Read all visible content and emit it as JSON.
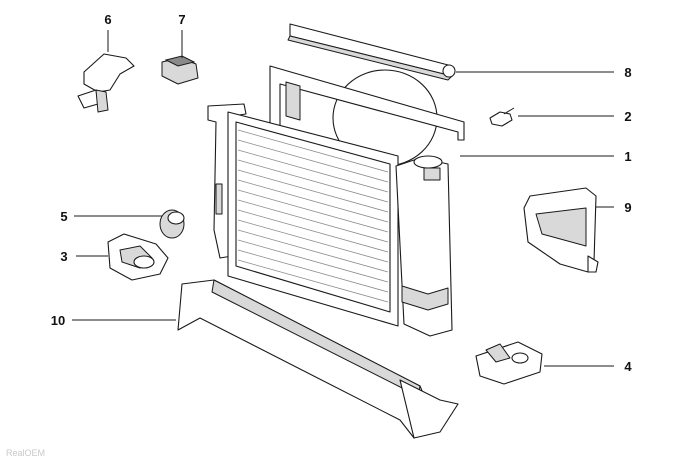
{
  "diagram": {
    "callouts": [
      {
        "id": "c1",
        "label": "1"
      },
      {
        "id": "c2",
        "label": "2"
      },
      {
        "id": "c3",
        "label": "3"
      },
      {
        "id": "c4",
        "label": "4"
      },
      {
        "id": "c5",
        "label": "5"
      },
      {
        "id": "c6",
        "label": "6"
      },
      {
        "id": "c7",
        "label": "7"
      },
      {
        "id": "c8",
        "label": "8"
      },
      {
        "id": "c9",
        "label": "9"
      },
      {
        "id": "c10",
        "label": "10"
      }
    ],
    "watermark": "RealOEM"
  }
}
